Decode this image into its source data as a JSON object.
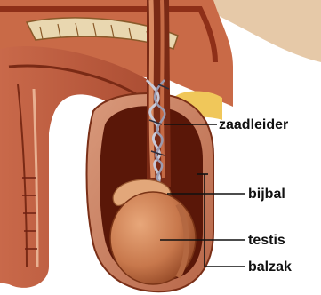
{
  "labels": {
    "vas_deferens": "zaadleider",
    "epididymis": "bijbal",
    "testis": "testis",
    "scrotum": "balzak"
  },
  "colors": {
    "skin": "#c9886a",
    "tissue": "#b5573c",
    "dark_tissue": "#6e1f10",
    "fat": "#f0c75a",
    "testis": "#c97a4e",
    "leader_line": "#111111"
  }
}
